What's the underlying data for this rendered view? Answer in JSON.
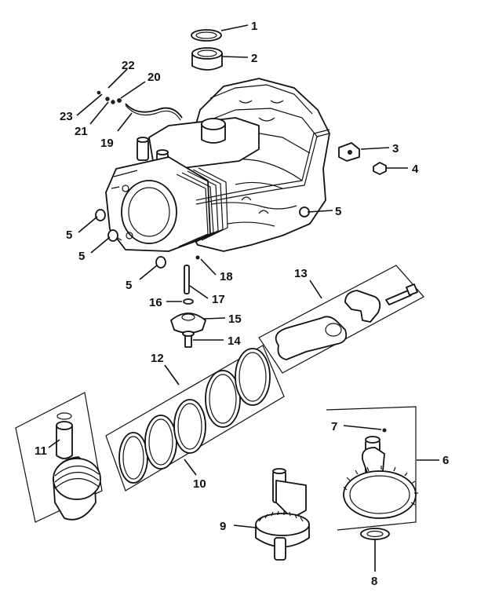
{
  "callouts": [
    "1",
    "2",
    "3",
    "4",
    "5",
    "5",
    "5",
    "5",
    "6",
    "7",
    "8",
    "9",
    "10",
    "11",
    "12",
    "13",
    "14",
    "15",
    "16",
    "17",
    "18",
    "19",
    "20",
    "21",
    "22",
    "23"
  ]
}
